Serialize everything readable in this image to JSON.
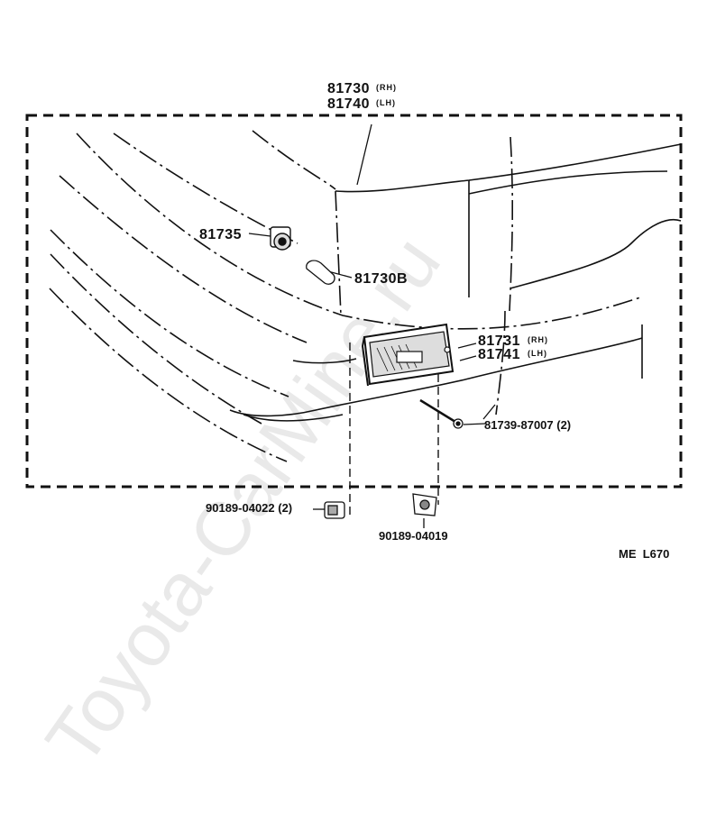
{
  "assembly": {
    "rh_part": "81730",
    "rh_side": "(RH)",
    "lh_part": "81740",
    "lh_side": "(LH)"
  },
  "parts": {
    "socket": "81735",
    "bulb": "81730B",
    "lens_rh_part": "81731",
    "lens_rh_side": "(RH)",
    "lens_lh_part": "81741",
    "lens_lh_side": "(LH)",
    "screw": "81739-87007 (2)",
    "clip_left": "90189-04022 (2)",
    "clip_bottom": "90189-04019"
  },
  "figure_code": "ME  L670",
  "watermark": "Toyota-CarMine.ru",
  "colors": {
    "ink": "#111111",
    "watermark": "#cfcfcf"
  }
}
